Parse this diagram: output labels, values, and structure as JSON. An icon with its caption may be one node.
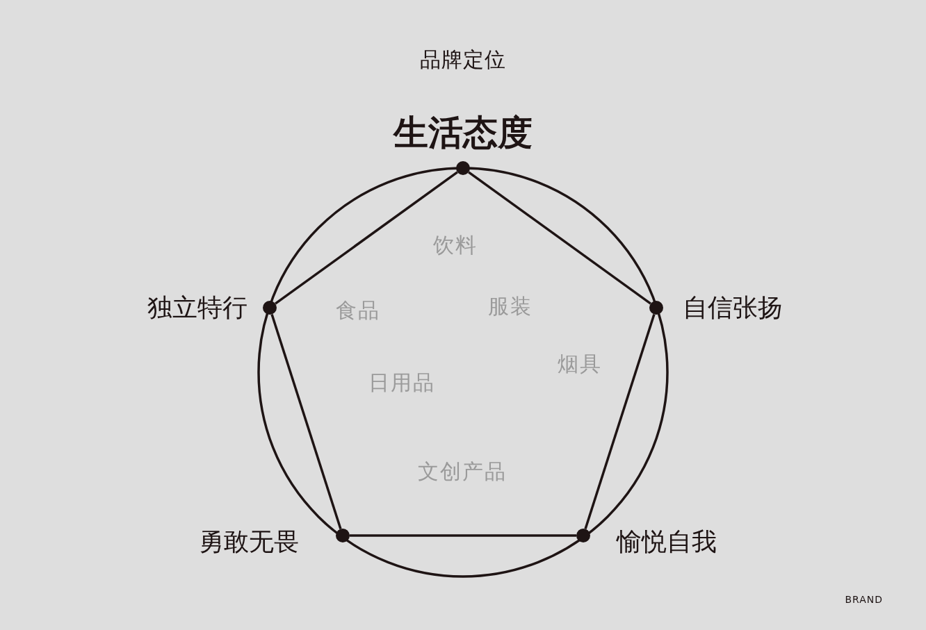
{
  "diagram": {
    "title": "品牌定位",
    "nodes": [
      {
        "text": [],
        "shape": "circle",
        "beside": [
          "生活态度"
        ]
      },
      {
        "text": [],
        "shape": "circle",
        "beside": [
          "独立特行"
        ]
      },
      {
        "text": [],
        "shape": "circle",
        "beside": [
          "自信张扬"
        ]
      },
      {
        "text": [],
        "shape": "circle",
        "beside": [
          "勇敢无畏"
        ]
      },
      {
        "text": [],
        "shape": "circle",
        "beside": [
          "愉悦自我"
        ]
      }
    ],
    "edges": [
      {
        "from": 0,
        "to": 2,
        "arrow": "none"
      },
      {
        "from": 2,
        "to": 4,
        "arrow": "none"
      },
      {
        "from": 4,
        "to": 3,
        "arrow": "none"
      },
      {
        "from": 3,
        "to": 1,
        "arrow": "none"
      },
      {
        "from": 1,
        "to": 0,
        "arrow": "none"
      }
    ],
    "labels": [
      "饮料",
      "服装",
      "食品",
      "烟具",
      "日用品",
      "文创产品",
      "BRAND"
    ]
  }
}
